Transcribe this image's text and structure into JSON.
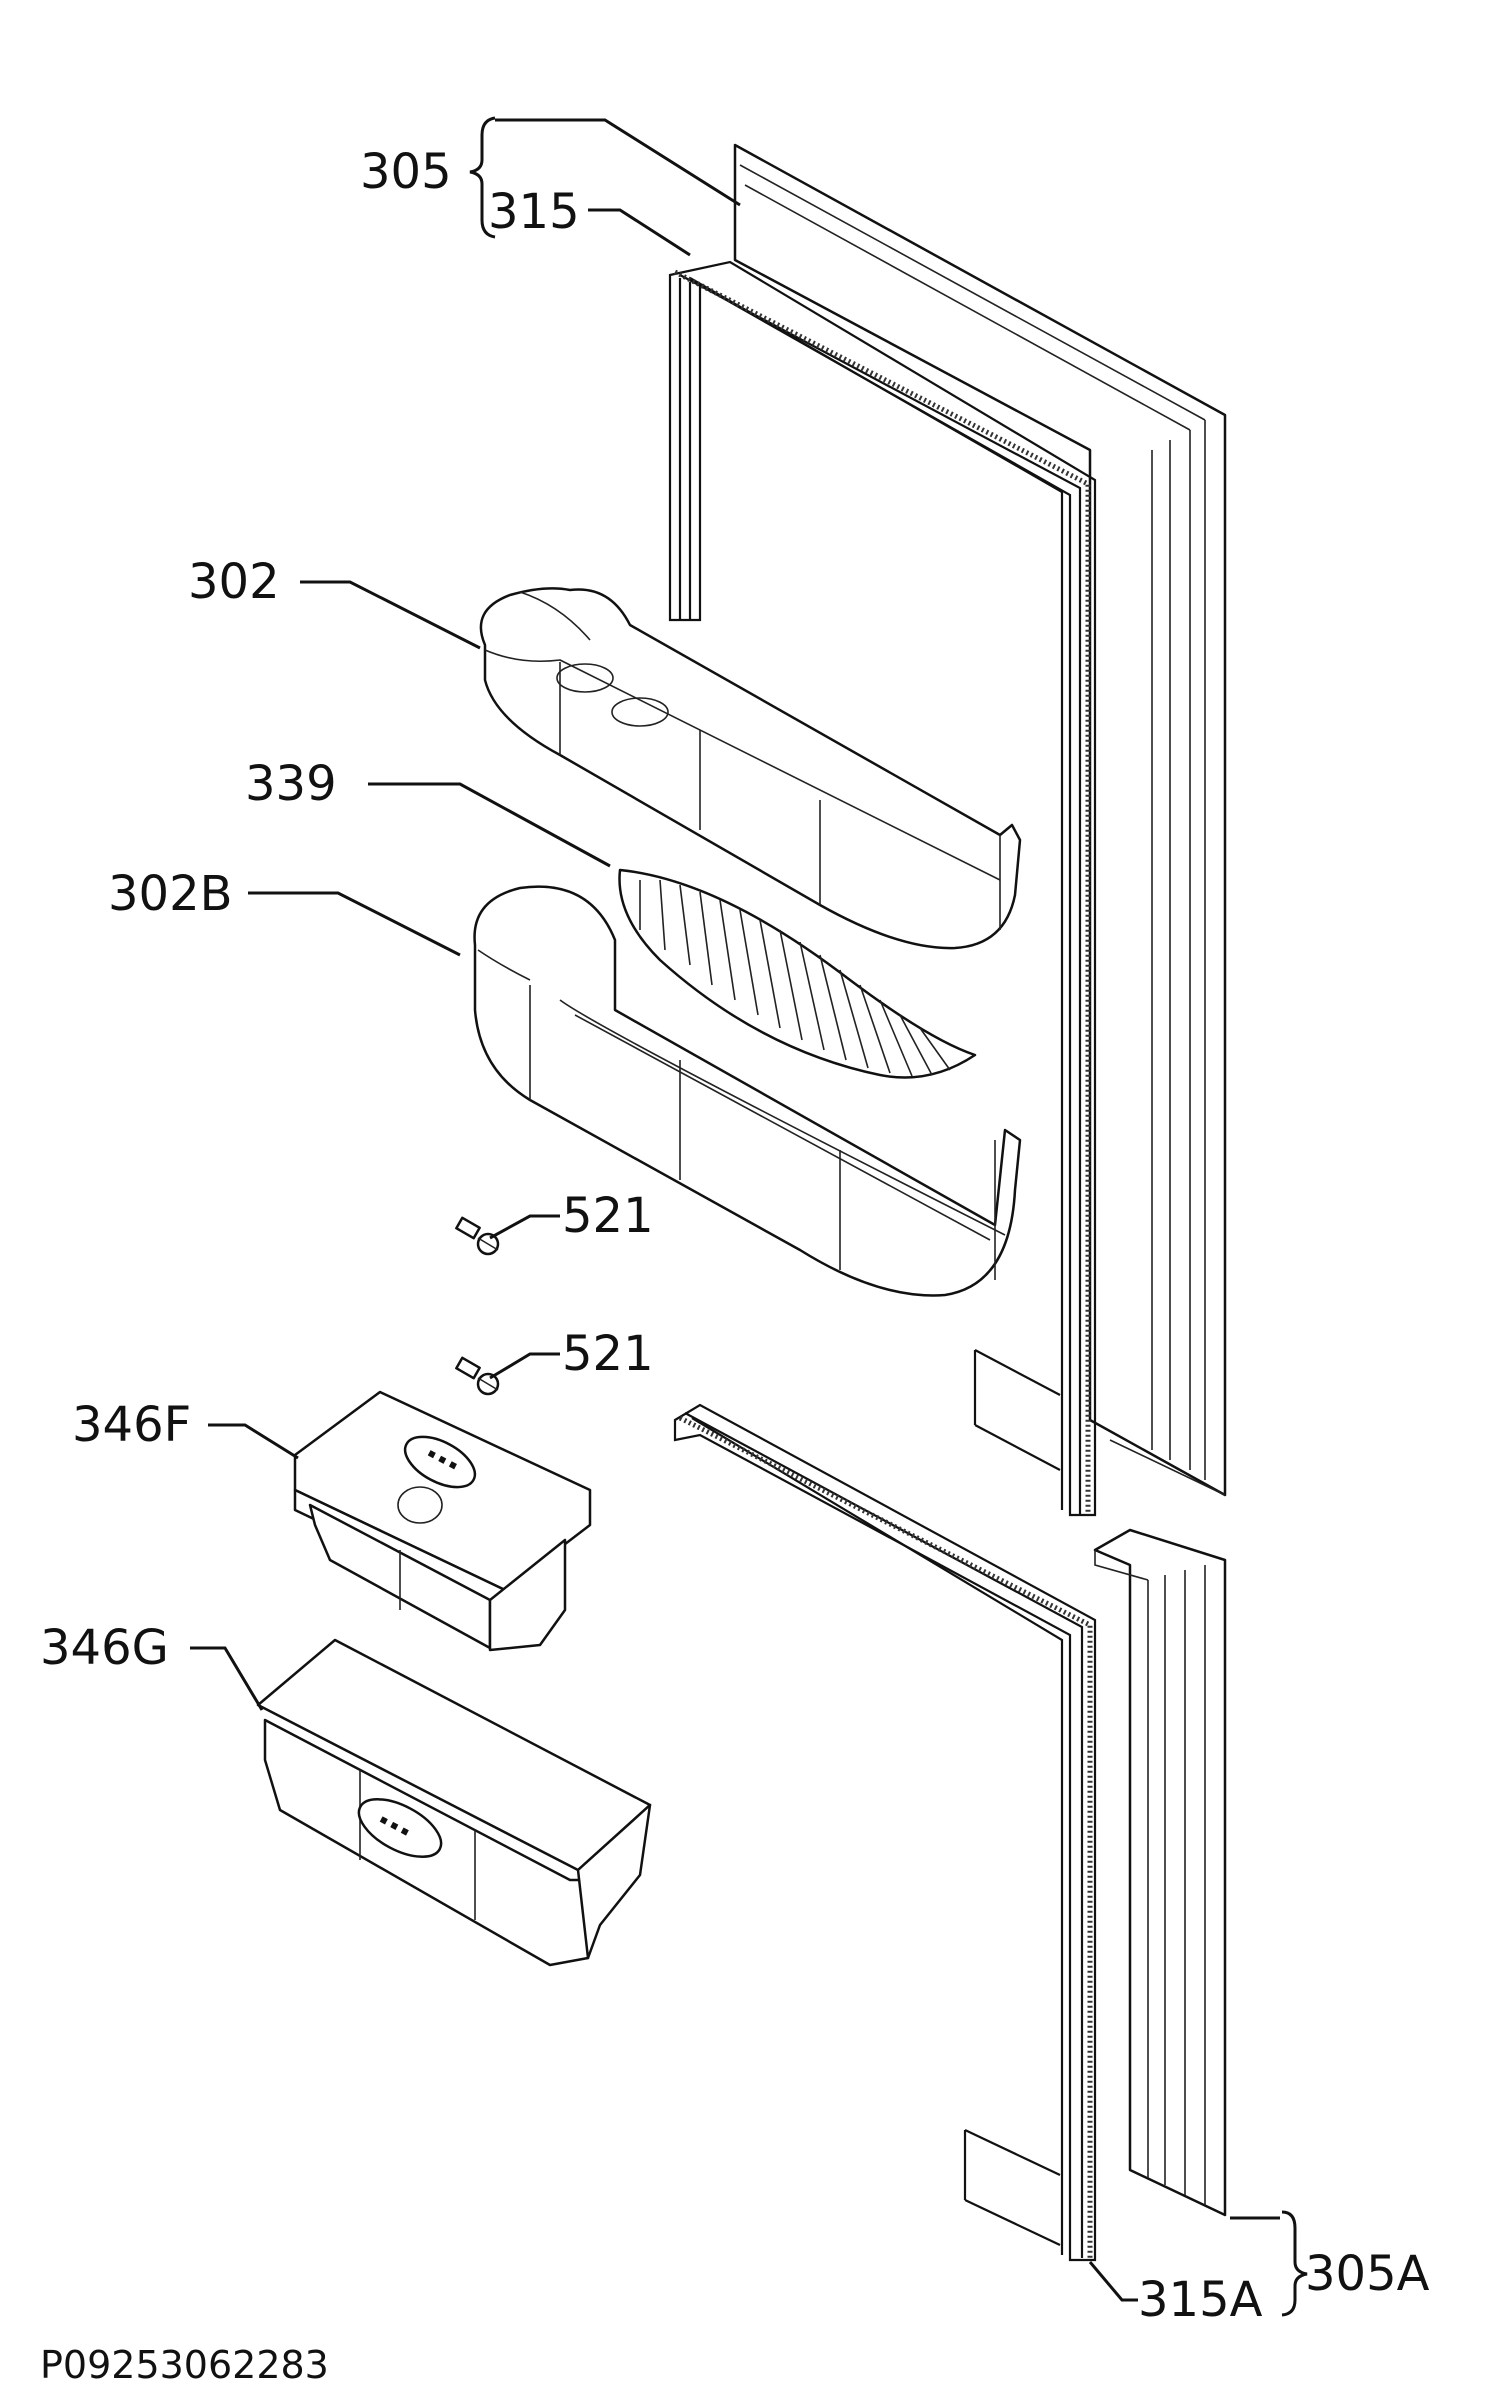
{
  "labels": {
    "l305": "305",
    "l315": "315",
    "l302": "302",
    "l339": "339",
    "l302B": "302B",
    "l521a": "521",
    "l521b": "521",
    "l346F": "346F",
    "l346G": "346G",
    "l305A": "305A",
    "l315A": "315A"
  },
  "drawing_code": "P09253062283"
}
